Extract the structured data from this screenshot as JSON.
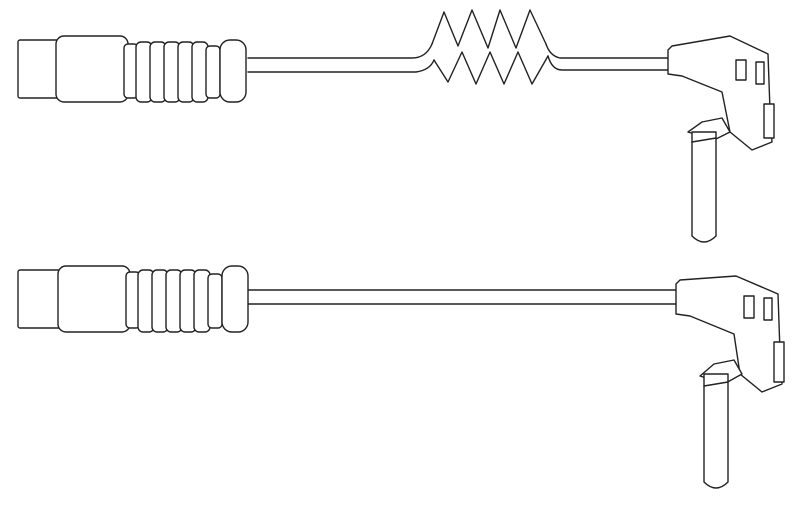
{
  "colors": {
    "background": "#ffffff",
    "line": "#222222"
  },
  "items": [
    {
      "id": "sensor-coiled",
      "wire_style": "coiled"
    },
    {
      "id": "sensor-straight",
      "wire_style": "straight"
    }
  ]
}
